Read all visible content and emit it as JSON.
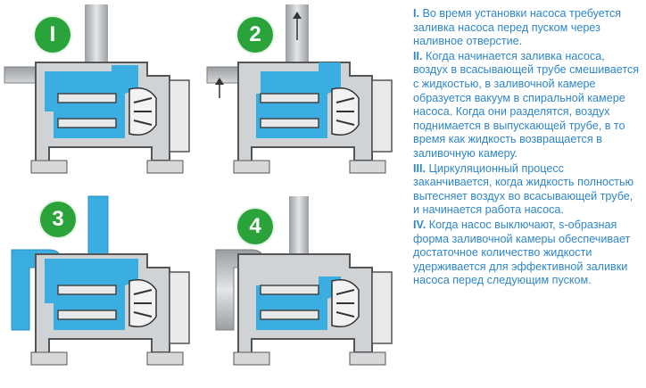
{
  "badges": [
    "I",
    "2",
    "3",
    "4"
  ],
  "steps": [
    {
      "num": "I.",
      "text": "Во время установки насоса требуется заливка насоса перед пуском через наливное отверстие."
    },
    {
      "num": "II.",
      "text": "Когда начинается заливка насоса, воздух в всасывающей трубе смешивается с жидкостью, в заливочной камере образуется вакуум в спиральной камере насоса. Когда они разделятся, воздух поднимается в выпускающей трубе, в то время как жидкость возвращается в заливочную камеру."
    },
    {
      "num": "III.",
      "text": "Циркуляционный процесс заканчивается, когда жидкость полностью вытесняет воздух во всасывающей трубе, и начинается работа насоса."
    },
    {
      "num": "IV.",
      "text": "Когда насос выключают, s-образная форма заливочной камеры обеспечивает достаточное количество жидкости удерживается для эффективной заливки насоса перед следующим пуском."
    }
  ],
  "colors": {
    "water": "#3aaee0",
    "badge": "#2aa33a",
    "text": "#2e86c8",
    "pipe": "#b8bcc0"
  }
}
